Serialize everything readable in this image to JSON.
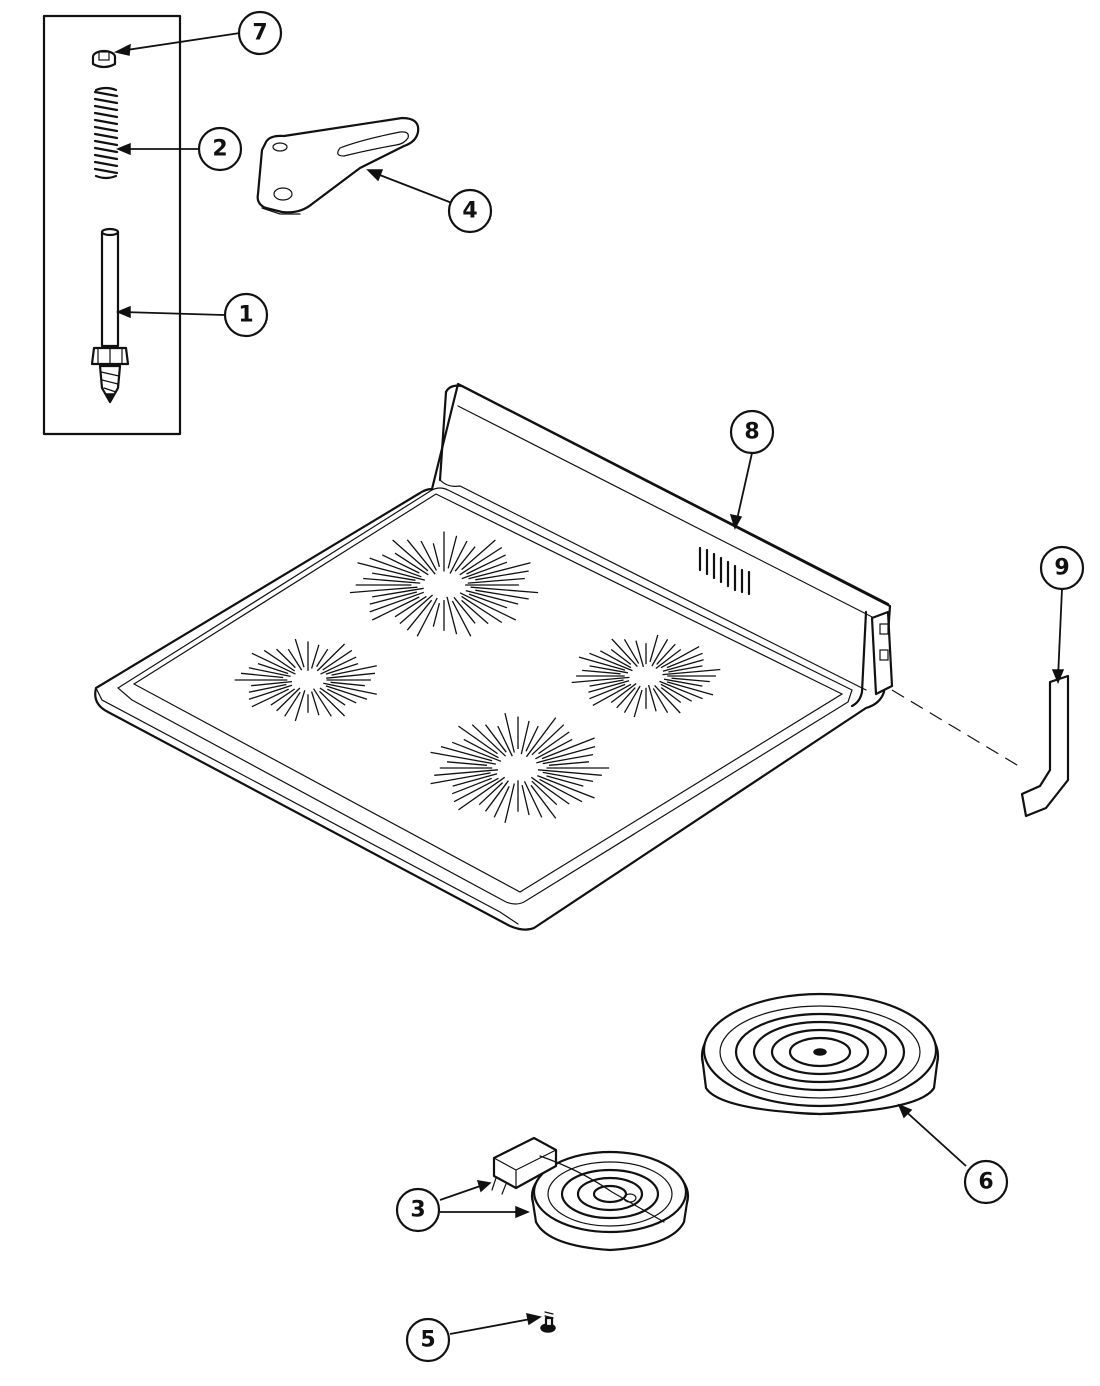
{
  "callouts": [
    {
      "id": "7",
      "label": "7"
    },
    {
      "id": "2",
      "label": "2"
    },
    {
      "id": "4",
      "label": "4"
    },
    {
      "id": "1",
      "label": "1"
    },
    {
      "id": "8",
      "label": "8"
    },
    {
      "id": "9",
      "label": "9"
    },
    {
      "id": "6",
      "label": "6"
    },
    {
      "id": "3",
      "label": "3"
    },
    {
      "id": "5",
      "label": "5"
    }
  ],
  "parts": [
    {
      "callout": "1",
      "icon": "stud-bolt-icon"
    },
    {
      "callout": "2",
      "icon": "spring-icon"
    },
    {
      "callout": "3",
      "icon": "small-surface-element-with-terminal-block-icon"
    },
    {
      "callout": "4",
      "icon": "bracket-icon"
    },
    {
      "callout": "5",
      "icon": "screw-icon"
    },
    {
      "callout": "6",
      "icon": "large-surface-element-icon"
    },
    {
      "callout": "7",
      "icon": "nut-icon"
    },
    {
      "callout": "8",
      "icon": "cooktop-icon"
    },
    {
      "callout": "9",
      "icon": "end-cap-icon"
    }
  ],
  "colors": {
    "ink": "#111111",
    "paper": "#ffffff"
  }
}
